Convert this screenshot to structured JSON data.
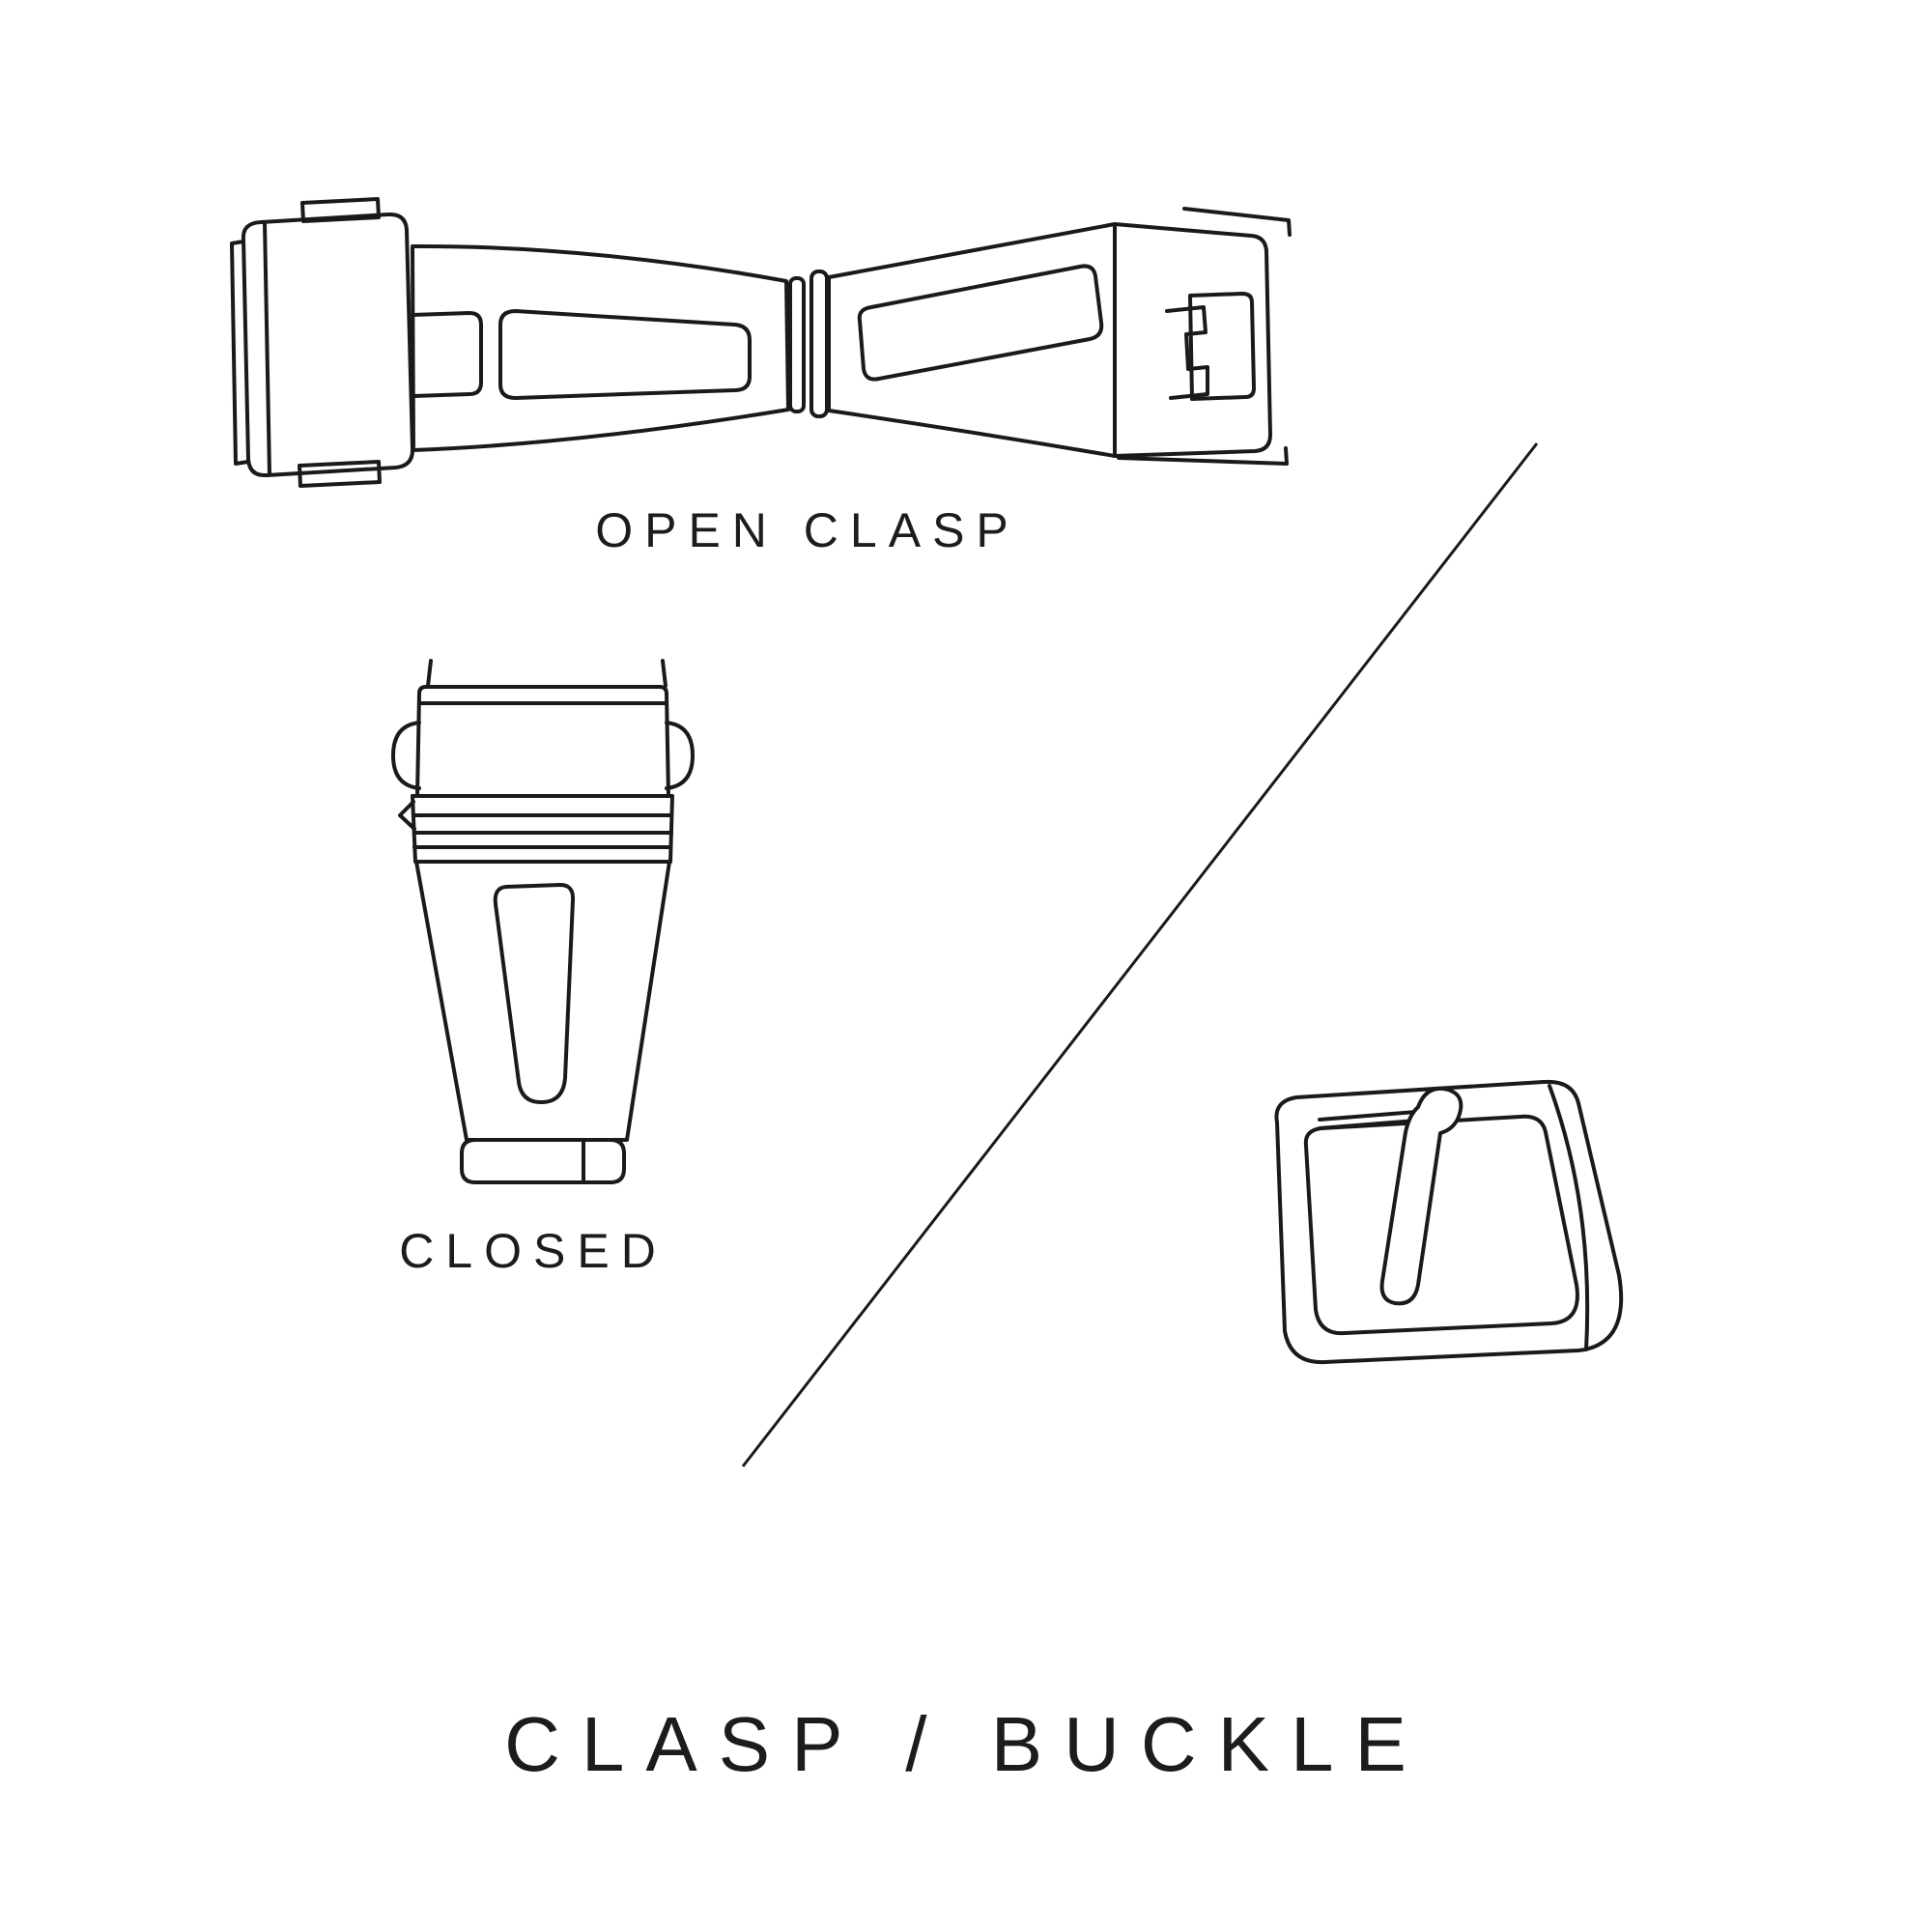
{
  "page": {
    "background_color": "#ffffff",
    "line_color": "#1a1a1a",
    "text_color": "#1c1c1c"
  },
  "labels": {
    "open_clasp": "OPEN CLASP",
    "closed": "CLOSED"
  },
  "title": "CLASP / BUCKLE",
  "illustrations": {
    "top_left": "open deployant clasp, top view",
    "middle_left": "closed clasp, top view",
    "bottom_right": "tang buckle, three-quarter view",
    "divider": "diagonal separator line"
  }
}
